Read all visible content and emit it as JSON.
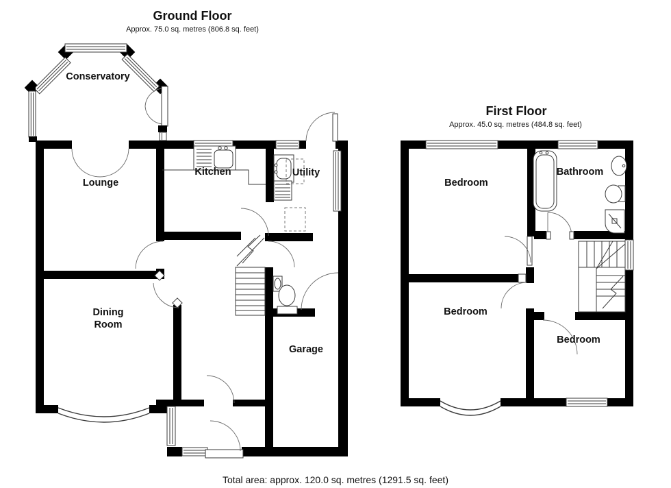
{
  "ground_floor": {
    "title": "Ground Floor",
    "subtitle": "Approx. 75.0 sq. metres (806.8 sq. feet)",
    "rooms": {
      "conservatory": "Conservatory",
      "lounge": "Lounge",
      "kitchen": "Kitchen",
      "utility": "Utility",
      "dining_room_line1": "Dining",
      "dining_room_line2": "Room",
      "garage": "Garage"
    }
  },
  "first_floor": {
    "title": "First Floor",
    "subtitle": "Approx. 45.0 sq. metres (484.8 sq. feet)",
    "rooms": {
      "bedroom_front": "Bedroom",
      "bathroom": "Bathroom",
      "bedroom_rear": "Bedroom",
      "bedroom_small": "Bedroom"
    }
  },
  "footer": {
    "total_area": "Total area: approx. 120.0 sq. metres (1291.5 sq. feet)"
  },
  "colors": {
    "wall": "#000000",
    "detail_line": "#3a3a3a",
    "door_arc": "#6a6a6a",
    "background": "#ffffff",
    "text": "#111111"
  }
}
